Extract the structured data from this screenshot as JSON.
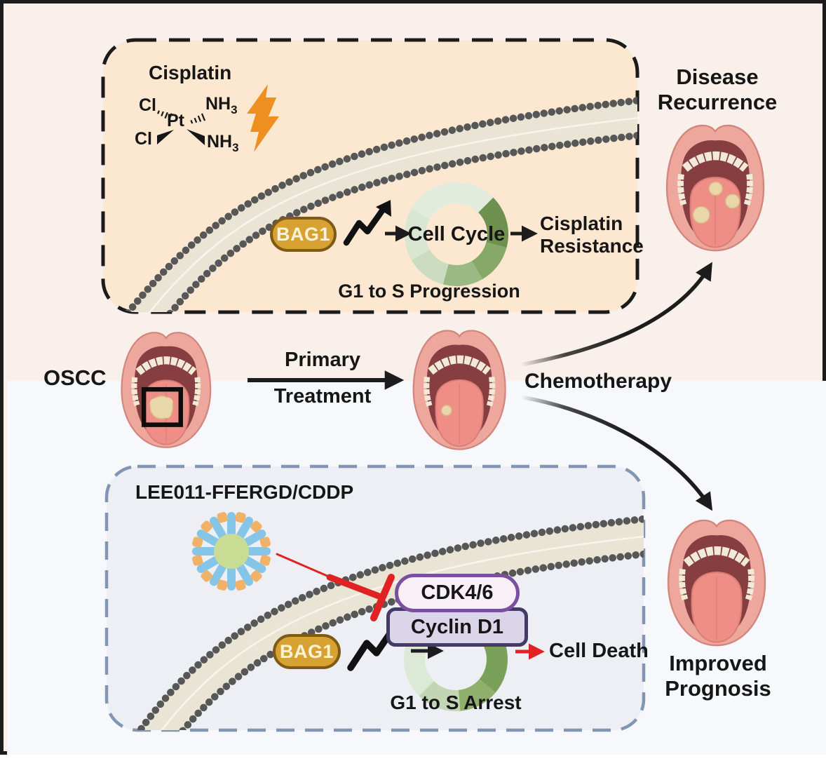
{
  "top_panel": {
    "cisplatin_title": "Cisplatin",
    "chem": {
      "cl_top": "Cl",
      "cl_bottom": "Cl",
      "pt": "Pt",
      "nh": "NH",
      "sub": "3"
    },
    "bag1_label": "BAG1",
    "cell_cycle_label": "Cell Cycle",
    "progression_label": "G1 to S Progression",
    "resistance_line1": "Cisplatin",
    "resistance_line2": "Resistance"
  },
  "middle": {
    "oscc_label": "OSCC",
    "primary_line1": "Primary",
    "primary_line2": "Treatment",
    "chemotherapy_label": "Chemotherapy"
  },
  "outcomes": {
    "recurrence_line1": "Disease",
    "recurrence_line2": "Recurrence",
    "prognosis_line1": "Improved",
    "prognosis_line2": "Prognosis"
  },
  "bottom_panel": {
    "title": "LEE011-FFERGD/CDDP",
    "cdk_label": "CDK4/6",
    "cyclin_label": "Cyclin D1",
    "bag1_label": "BAG1",
    "cell_death_label": "Cell Death",
    "arrest_label": "G1 to S Arrest"
  },
  "colors": {
    "top_panel_fill": "#fce8d0",
    "bottom_panel_fill": "#edeff4",
    "bottom_panel_dash": "#8296b4",
    "upper_background": "#f9efeb",
    "lower_background": "#f7f8fb",
    "bag1_gold": "#d7a232",
    "bag1_border": "#7e5a16",
    "cdk_border": "#7b4fa0",
    "cyclin_border": "#443967",
    "inhibition_red": "#e02222",
    "lightning_orange": "#ef8f1f",
    "membrane_head_gray": "#575757",
    "membrane_band": "#eae4d5",
    "ring_dark_green": "#6f9150",
    "ring_mid_green": "#8fb06d",
    "ring_pale_green": "#dfeada",
    "nanoparticle_blue": "#85c6e8",
    "nanoparticle_core": "#c8dc93",
    "nanoparticle_tip": "#f0b169",
    "mouth_pink": "#eda79d",
    "tumor_cream": "#ead7a9"
  }
}
